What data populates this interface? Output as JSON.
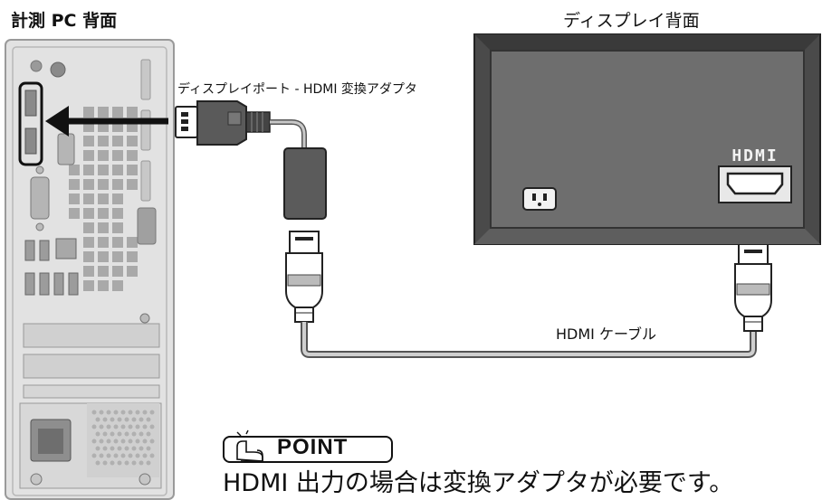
{
  "titles": {
    "pc_rear": "計測 PC 背面",
    "display_rear": "ディスプレイ背面"
  },
  "labels": {
    "adapter": "ディスプレイポート - HDMI 変換アダプタ",
    "cable": "HDMI ケーブル",
    "display_port_logo": "HDMI"
  },
  "point": {
    "heading": "POINT",
    "note": "HDMI 出力の場合は変換アダプタが必要です。"
  },
  "icons": [
    "pointing-hand-icon",
    "arrow-left-icon",
    "power-socket-icon",
    "hdmi-port-icon",
    "displayport-plug-icon",
    "hdmi-plug-icon"
  ]
}
